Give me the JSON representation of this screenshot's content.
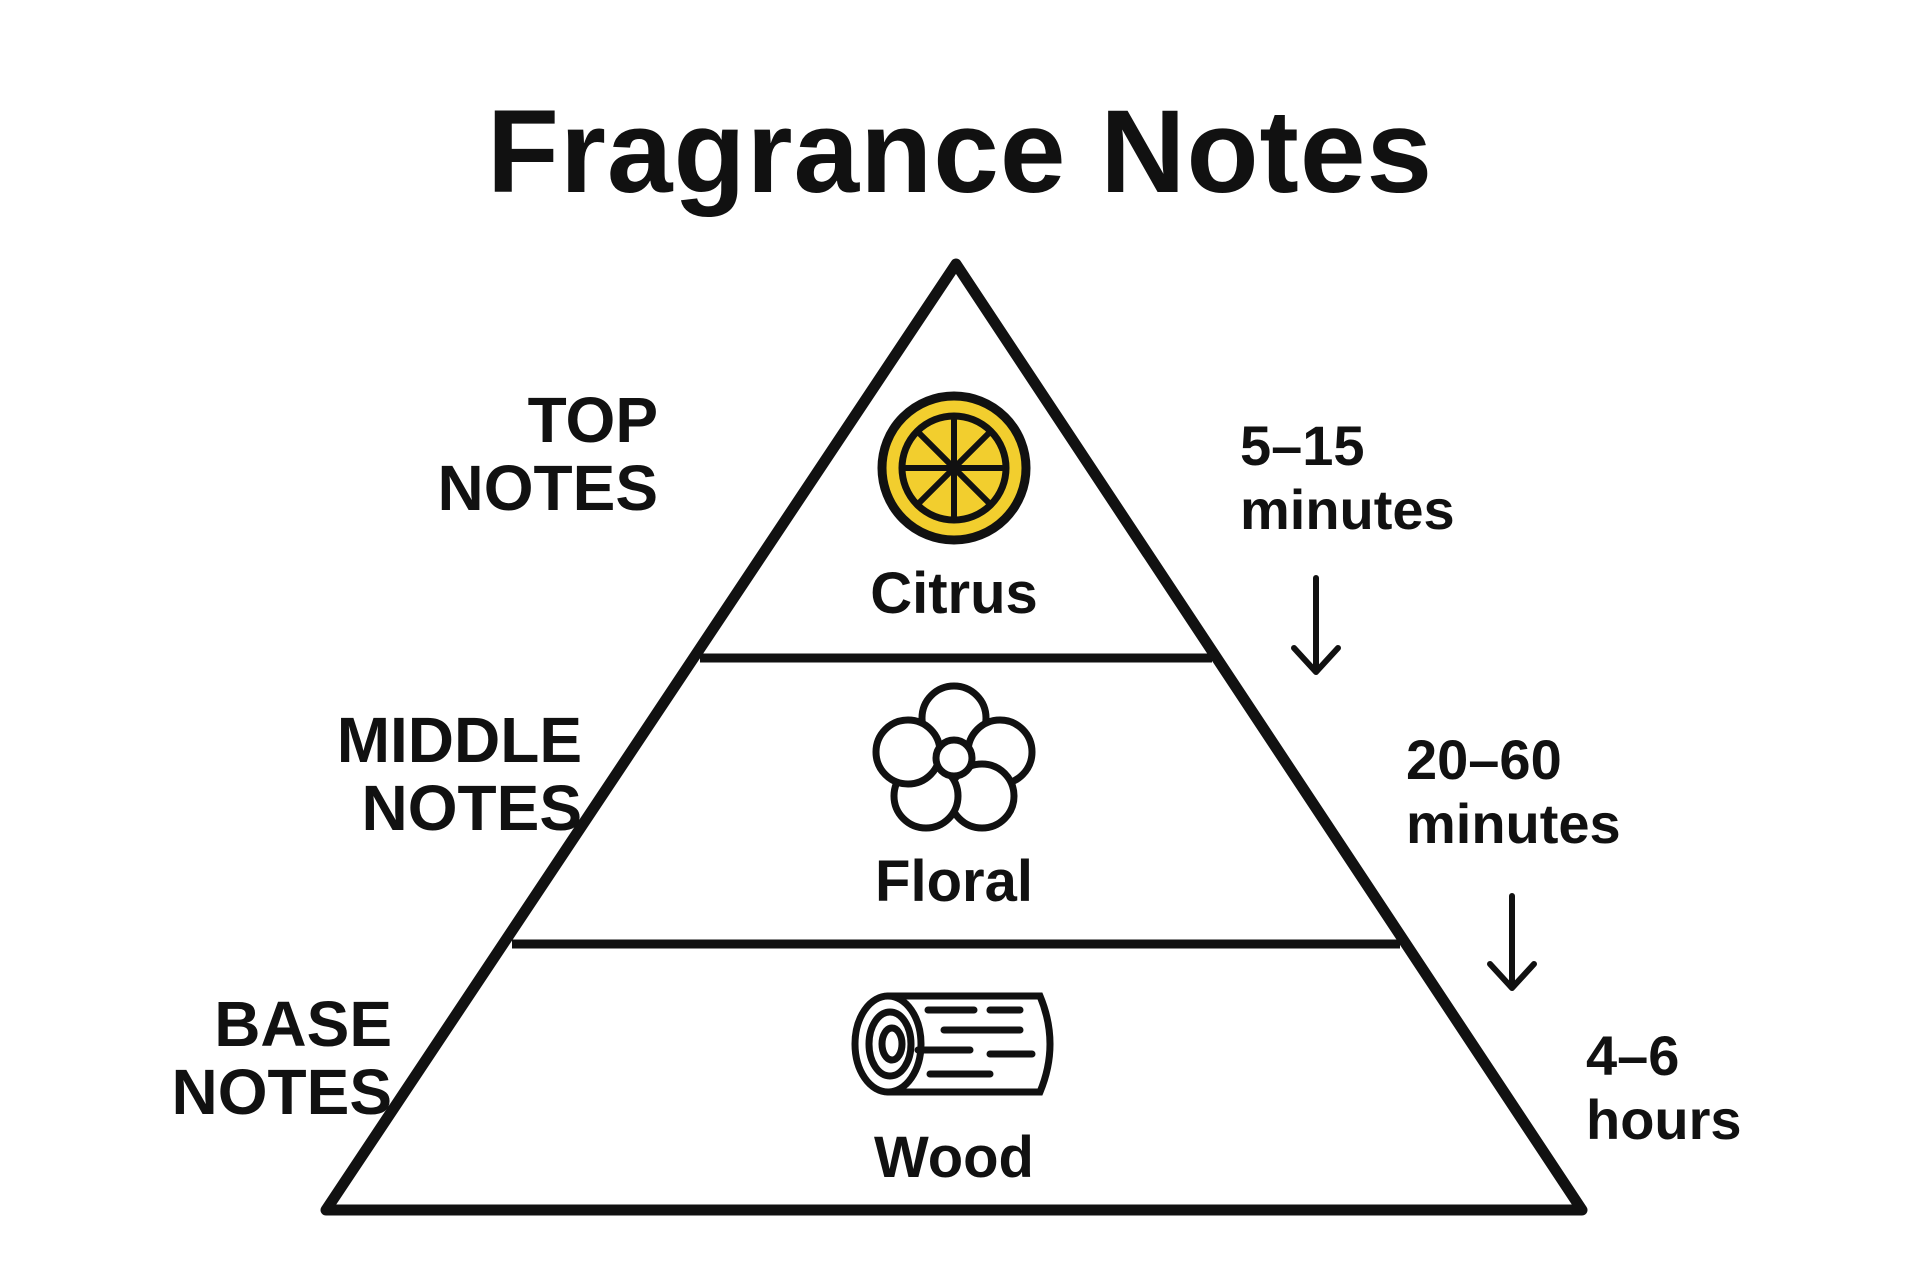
{
  "title": "Fragrance Notes",
  "tiers": [
    {
      "label_line1": "TOP",
      "label_line2": "NOTES",
      "name": "Citrus",
      "icon": "citrus-slice-icon",
      "duration_line1": "5–15",
      "duration_line2": "minutes"
    },
    {
      "label_line1": "MIDDLE",
      "label_line2": "NOTES",
      "name": "Floral",
      "icon": "flower-icon",
      "duration_line1": "20–60",
      "duration_line2": "minutes"
    },
    {
      "label_line1": "BASE",
      "label_line2": "NOTES",
      "name": "Wood",
      "icon": "wood-log-icon",
      "duration_line1": "4–6",
      "duration_line2": "hours"
    }
  ],
  "arrow_icon": "arrow-down-icon",
  "colors": {
    "citrus_fill": "#F2CE2E",
    "stroke": "#111111",
    "background": "#FFFFFF"
  }
}
